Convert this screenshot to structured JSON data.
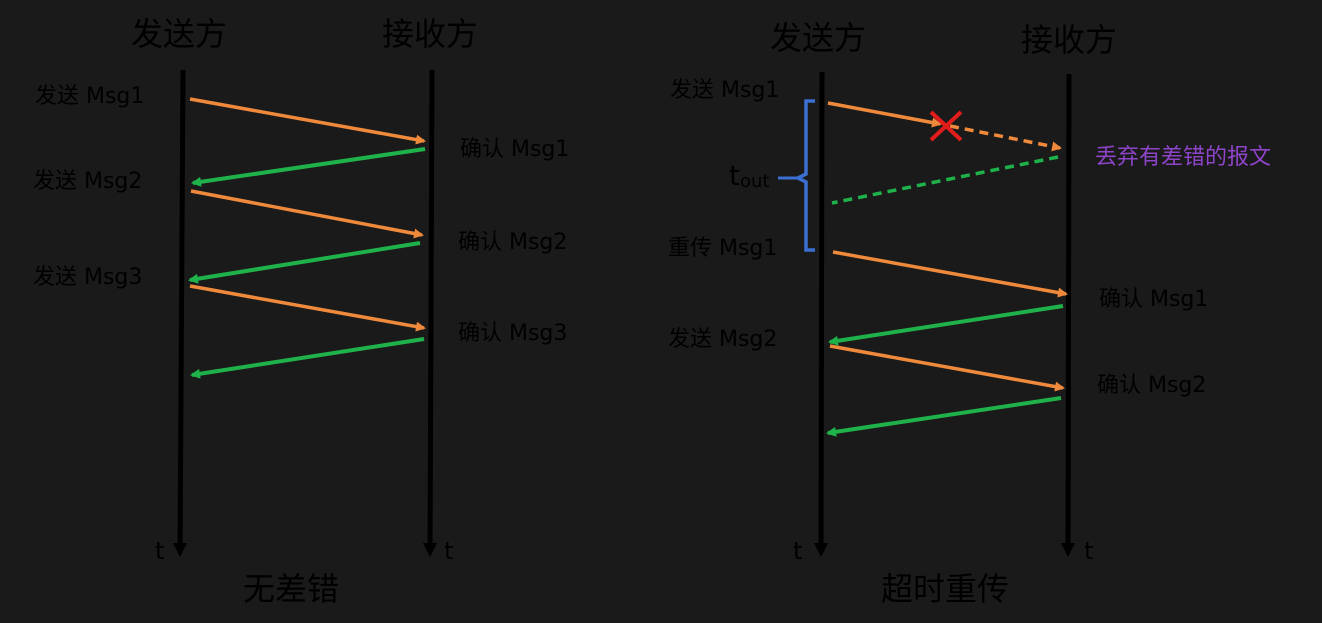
{
  "colors": {
    "background": "#1a1a1a",
    "timeline": "#000000",
    "send_arrow": "#ef8a3c",
    "ack_arrow": "#1fb24a",
    "timeout_brace": "#3b6fd1",
    "error_cross": "#e21b1b",
    "discard_text": "#8e44c9"
  },
  "left_diagram": {
    "sender_title": "发送方",
    "receiver_title": "接收方",
    "send_labels": [
      "发送 Msg1",
      "发送 Msg2",
      "发送 Msg3"
    ],
    "ack_labels": [
      "确认 Msg1",
      "确认 Msg2",
      "确认 Msg3"
    ],
    "time_label_sender": "t",
    "time_label_receiver": "t",
    "caption": "无差错"
  },
  "right_diagram": {
    "sender_title": "发送方",
    "receiver_title": "接收方",
    "send_label_1": "发送 Msg1",
    "resend_label": "重传 Msg1",
    "send_label_2": "发送 Msg2",
    "ack_label_1": "确认 Msg1",
    "ack_label_2": "确认 Msg2",
    "discard_note": "丢弃有差错的报文",
    "timeout_main": "t",
    "timeout_sub": "out",
    "time_label_sender": "t",
    "time_label_receiver": "t",
    "caption": "超时重传"
  },
  "icons": {
    "error_mark": "cross-icon"
  }
}
